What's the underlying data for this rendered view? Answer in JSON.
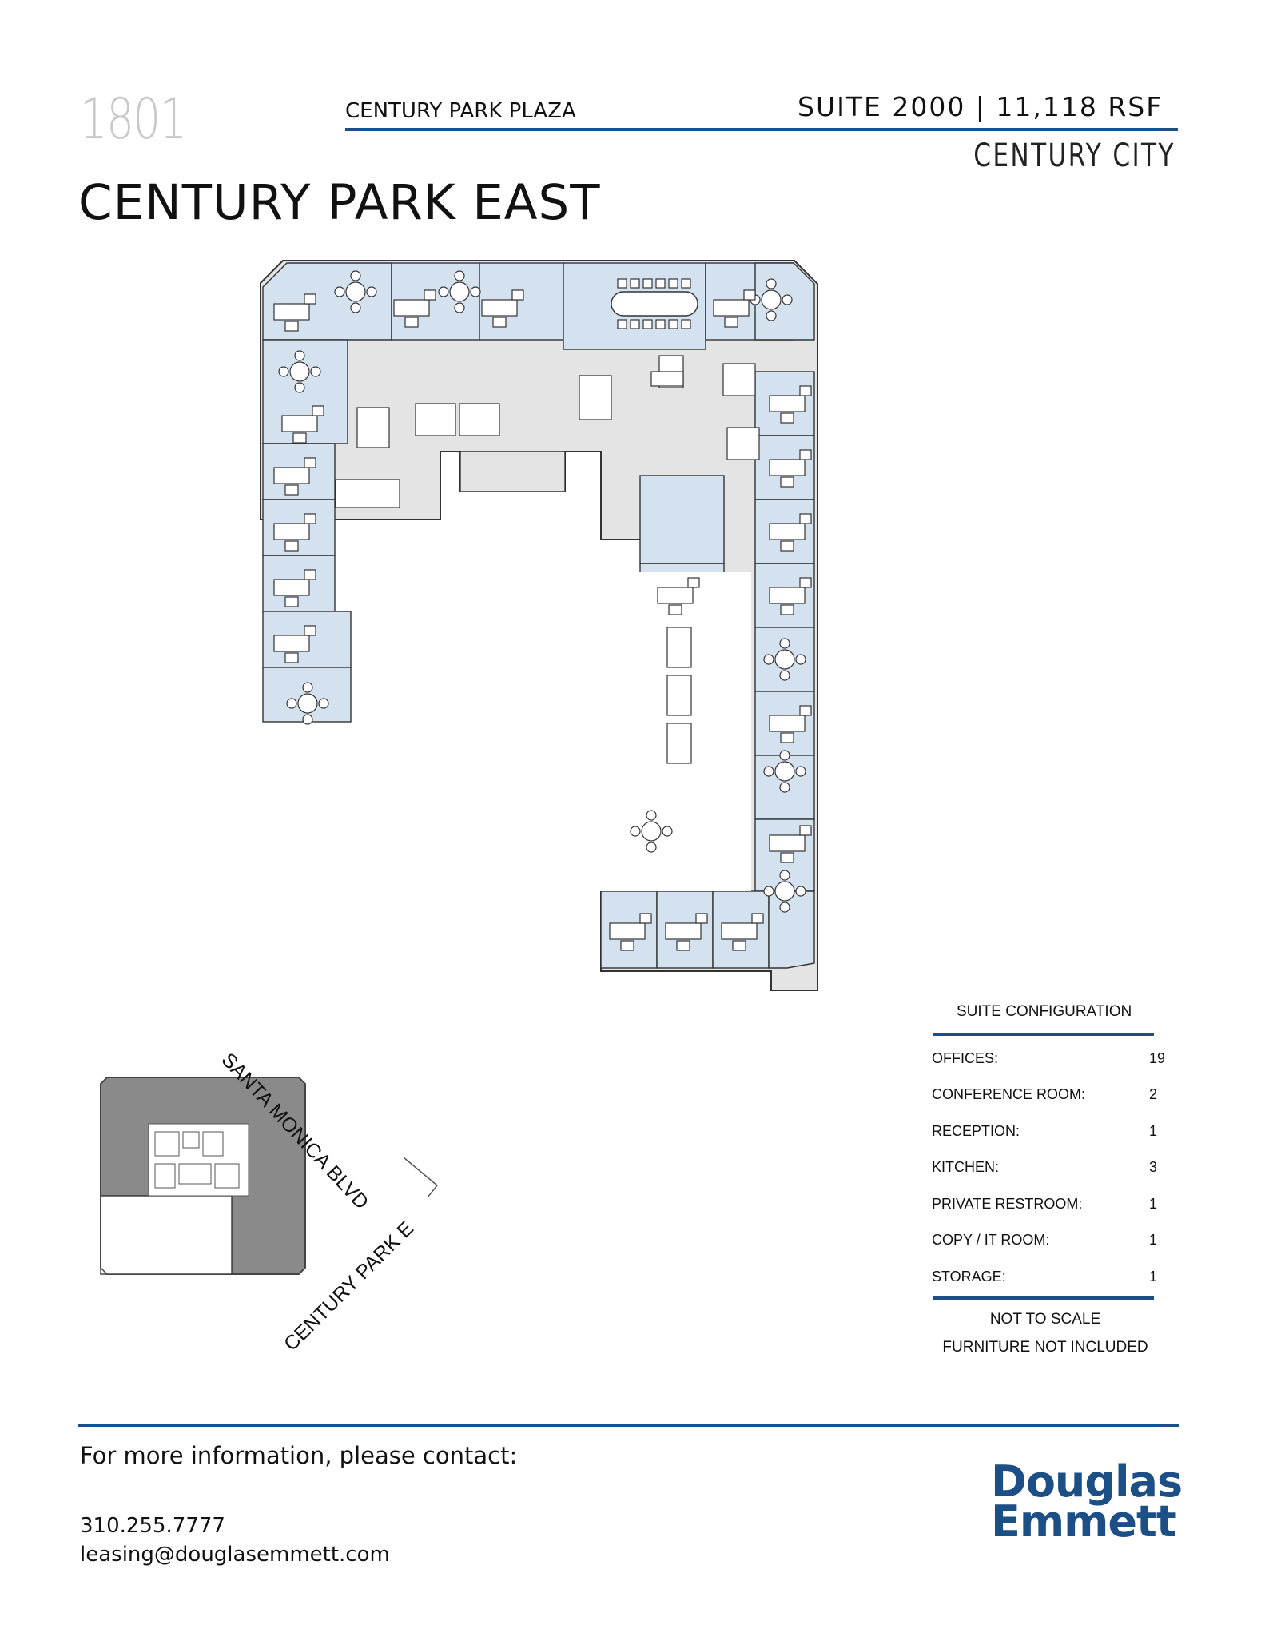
{
  "header": {
    "building_number": "1801",
    "building_name": "CENTURY PARK PLAZA",
    "suite_info": "SUITE 2000  |  11,118 RSF",
    "neighborhood": "CENTURY CITY",
    "street_title": "CENTURY PARK EAST"
  },
  "streets": {
    "santa_monica": "SANTA MONICA BLVD",
    "century_park": "CENTURY PARK E"
  },
  "configuration": {
    "title": "SUITE CONFIGURATION",
    "rows": [
      {
        "label": "OFFICES:",
        "value": "19"
      },
      {
        "label": "CONFERENCE ROOM:",
        "value": "2"
      },
      {
        "label": "RECEPTION:",
        "value": "1"
      },
      {
        "label": "KITCHEN:",
        "value": "3"
      },
      {
        "label": "PRIVATE RESTROOM:",
        "value": "1"
      },
      {
        "label": "COPY / IT ROOM:",
        "value": "1"
      },
      {
        "label": "STORAGE:",
        "value": "1"
      }
    ],
    "note_scale": "NOT TO SCALE",
    "note_furniture": "FURNITURE NOT INCLUDED"
  },
  "footer": {
    "contact_heading": "For more information, please contact:",
    "phone": "310.255.7777",
    "email": "leasing@douglasemmett.com",
    "logo_line1": "Douglas",
    "logo_line2": "Emmett"
  },
  "colors": {
    "accent": "#1b4f86",
    "office_fill": "#d4e2ef",
    "corridor_fill": "#e4e4e4",
    "keyplan_shade": "#8a8a8a"
  }
}
